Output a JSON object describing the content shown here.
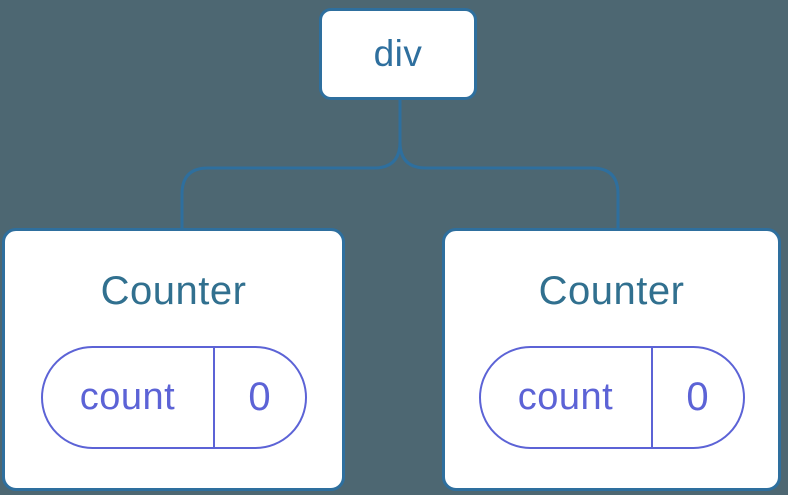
{
  "diagram": {
    "root": {
      "label": "div"
    },
    "children": [
      {
        "title": "Counter",
        "state": {
          "key": "count",
          "value": "0"
        }
      },
      {
        "title": "Counter",
        "state": {
          "key": "count",
          "value": "0"
        }
      }
    ],
    "colors": {
      "background_color": "#4d6772",
      "box_fill": "#ffffff",
      "box_border": "#2e6f9e",
      "root_label": "#2e6f9e",
      "component_title": "#31708f",
      "state_pill": "#5c63d6"
    }
  }
}
